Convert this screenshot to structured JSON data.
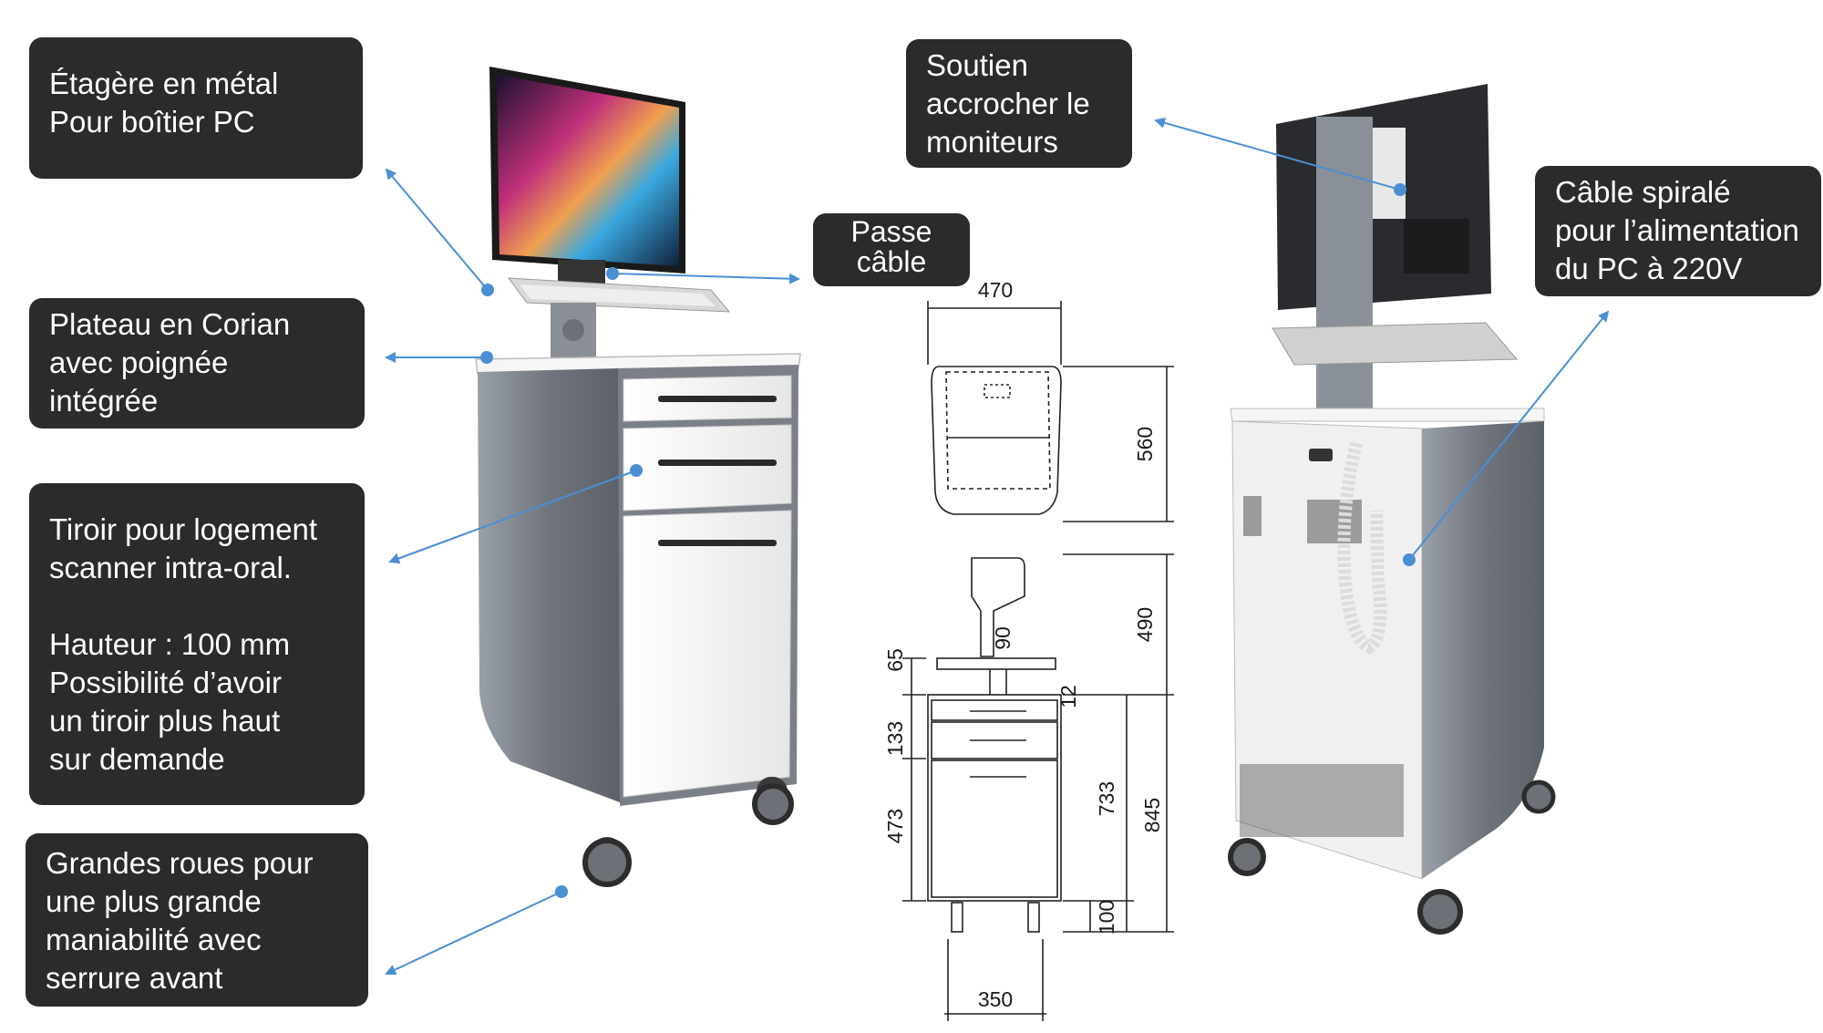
{
  "callouts": {
    "metal_shelf": "Étagère en métal\nPour boîtier PC",
    "corian_tray": "Plateau en Corian\navec poignée\nintégrée",
    "drawer": "Tiroir pour logement\nscanner intra-oral.\n\nHauteur : 100 mm\nPossibilité d’avoir\nun tiroir plus haut\nsur demande",
    "wheels": "Grandes roues pour\nune plus grande\nmaniabilité avec\nserrure avant",
    "cable_pass": "Passe\ncâble",
    "monitor_support": "Soutien\naccrocher le\nmoniteurs",
    "spiral_cable": "Câble spiralé\npour l’alimentation\ndu PC à 220V"
  },
  "dimensions": {
    "top_width": "470",
    "top_depth": "560",
    "mast_height": "490",
    "mast_width": "90",
    "tray_thickness": "65",
    "offset": "12",
    "drawer_height": "133",
    "lower_height": "473",
    "cabinet_height": "733",
    "total_height": "845",
    "wheel_height": "100",
    "base_width": "350"
  },
  "colors": {
    "callout_bg": "#2b2b2b",
    "arrow": "#4a8fd4",
    "cabinet_grey": "#7a7f87",
    "drawer_white": "#f4f4f4"
  }
}
